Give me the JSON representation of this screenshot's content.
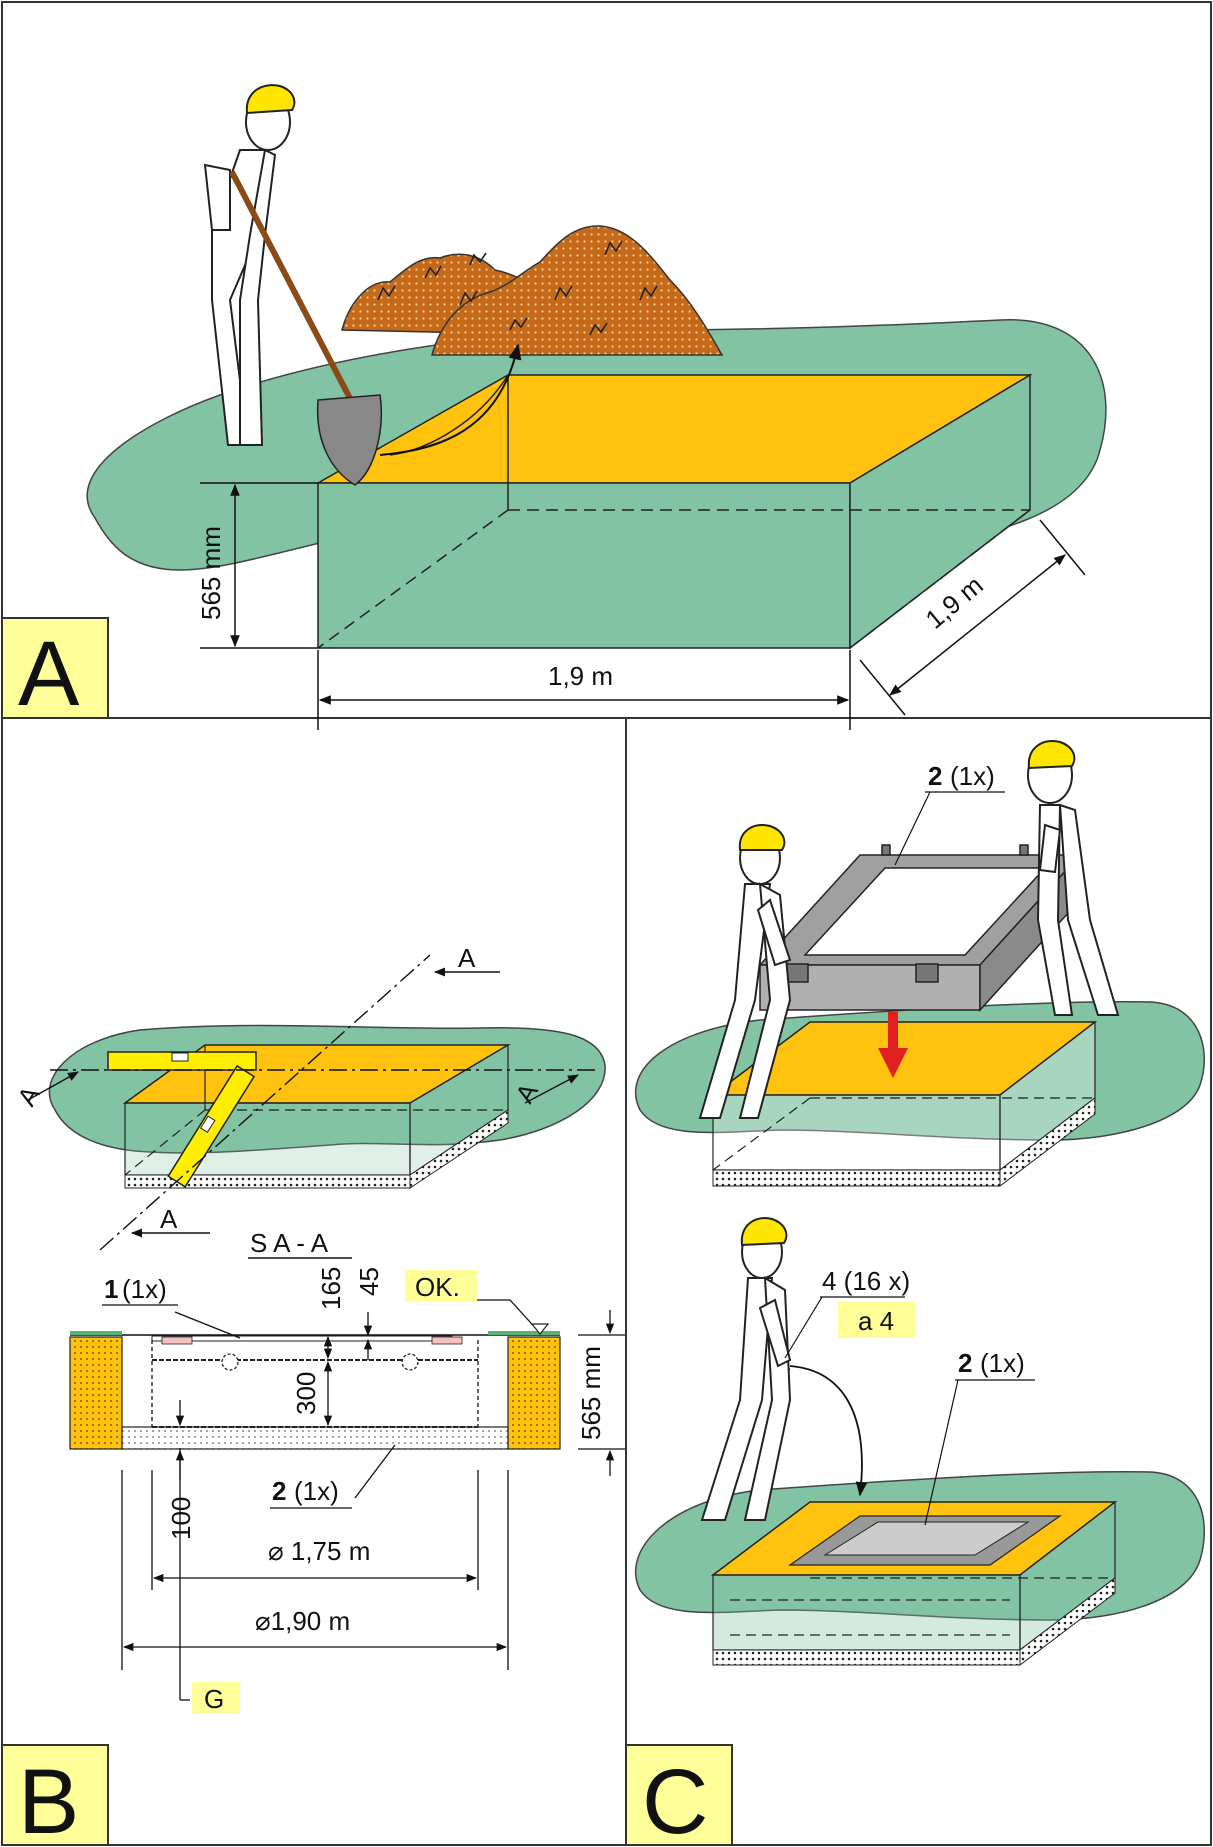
{
  "colors": {
    "grass": "#82c3a4",
    "sand": "#ffc20e",
    "soil": "#c46a1a",
    "label_bg": "#ffff99",
    "metal": "#9a9a9a",
    "arrow_red": "#e02020",
    "hatch": "#f3d97a"
  },
  "icons": [
    "worker-icon",
    "shovel-icon",
    "helmet-icon",
    "spirit-level-icon",
    "anchor-bolt-icon",
    "drop-arrow-icon"
  ],
  "panel_a": {
    "letter": "A",
    "depth": "565 mm",
    "width": "1,9 m",
    "length": "1,9 m"
  },
  "panel_b": {
    "letter": "B",
    "cut_marker": "A",
    "section_title": "S  A - A",
    "part1": {
      "num": "1",
      "qty": "(1x)"
    },
    "part2": {
      "num": "2",
      "qty": "(1x)"
    },
    "ok_label": "OK.",
    "dim_165": "165",
    "dim_45": "45",
    "dim_300": "300",
    "dim_100": "100",
    "dim_565": "565 mm",
    "dim_175": "⌀ 1,75 m",
    "dim_190": "⌀1,90 m",
    "gravel_label": "G"
  },
  "panel_c": {
    "letter": "C",
    "part2_top": {
      "num": "2",
      "qty": "(1x)"
    },
    "part2_bottom": {
      "num": "2",
      "qty": "(1x)"
    },
    "part4": "4 (16 x)",
    "part4_tool": "a 4"
  }
}
